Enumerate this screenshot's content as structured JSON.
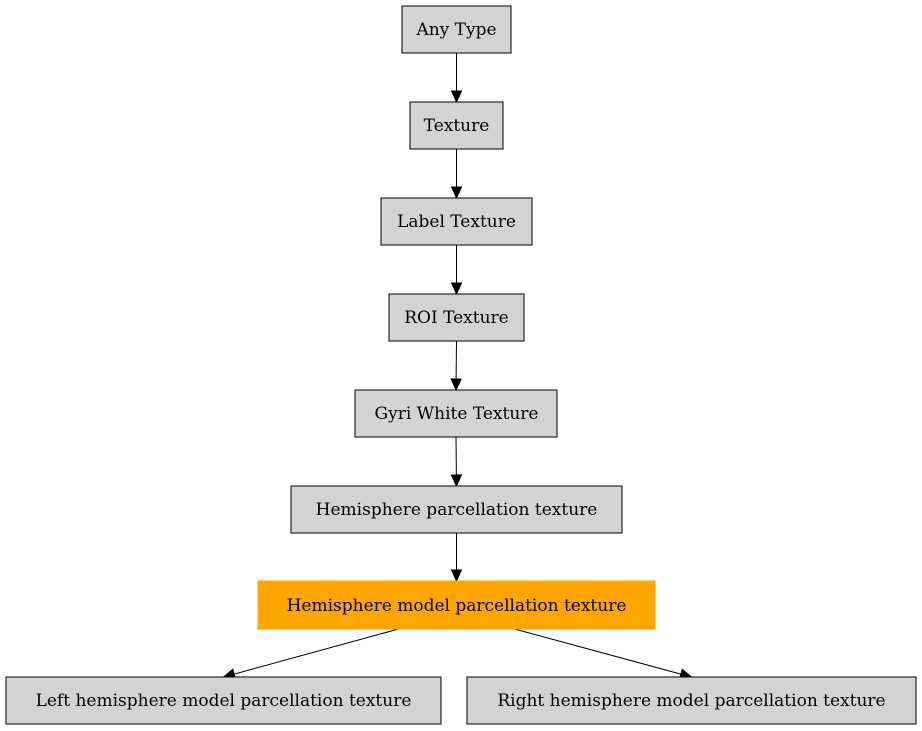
{
  "diagram": {
    "nodes": [
      {
        "id": "any_type",
        "label": "Any Type",
        "fill": "#d3d3d3",
        "highlighted": false
      },
      {
        "id": "texture",
        "label": "Texture",
        "fill": "#d3d3d3",
        "highlighted": false
      },
      {
        "id": "label_texture",
        "label": "Label Texture",
        "fill": "#d3d3d3",
        "highlighted": false
      },
      {
        "id": "roi_texture",
        "label": "ROI Texture",
        "fill": "#d3d3d3",
        "highlighted": false
      },
      {
        "id": "gyri_white_texture",
        "label": "Gyri White Texture",
        "fill": "#d3d3d3",
        "highlighted": false
      },
      {
        "id": "hemisphere_parcellation_texture",
        "label": "Hemisphere parcellation texture",
        "fill": "#d3d3d3",
        "highlighted": false
      },
      {
        "id": "hemisphere_model_parcellation_texture",
        "label": "Hemisphere model parcellation texture",
        "fill": "#ffa500",
        "highlighted": true
      },
      {
        "id": "left_hemisphere_model_parcellation_texture",
        "label": "Left hemisphere model parcellation texture",
        "fill": "#d3d3d3",
        "highlighted": false
      },
      {
        "id": "right_hemisphere_model_parcellation_texture",
        "label": "Right hemisphere model parcellation texture",
        "fill": "#d3d3d3",
        "highlighted": false
      }
    ],
    "edges": [
      {
        "from": "any_type",
        "to": "texture"
      },
      {
        "from": "texture",
        "to": "label_texture"
      },
      {
        "from": "label_texture",
        "to": "roi_texture"
      },
      {
        "from": "roi_texture",
        "to": "gyri_white_texture"
      },
      {
        "from": "gyri_white_texture",
        "to": "hemisphere_parcellation_texture"
      },
      {
        "from": "hemisphere_parcellation_texture",
        "to": "hemisphere_model_parcellation_texture"
      },
      {
        "from": "hemisphere_model_parcellation_texture",
        "to": "left_hemisphere_model_parcellation_texture"
      },
      {
        "from": "hemisphere_model_parcellation_texture",
        "to": "right_hemisphere_model_parcellation_texture"
      }
    ]
  }
}
